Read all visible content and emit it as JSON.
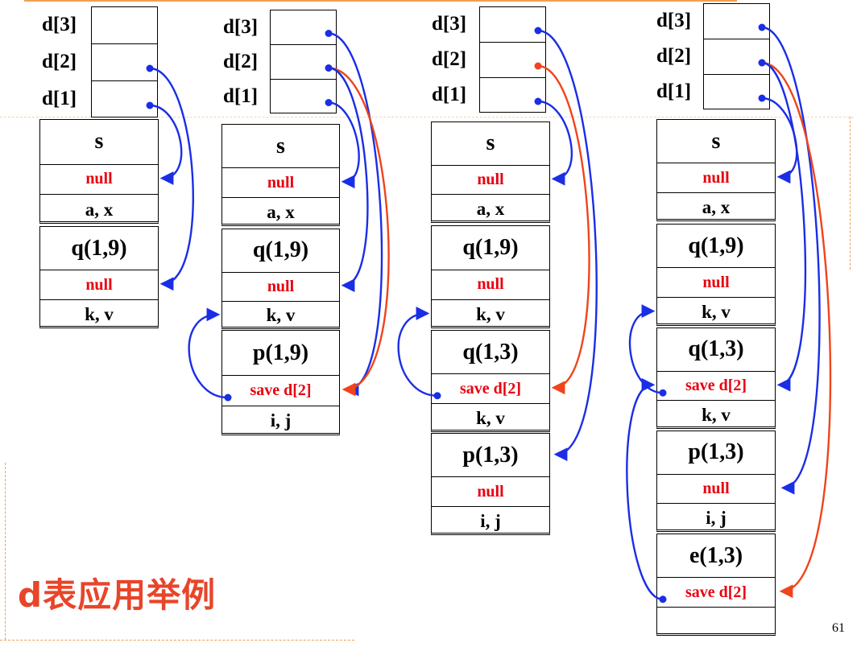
{
  "slide": {
    "title": "d表应用举例",
    "page_number": "61"
  },
  "colors": {
    "blue_arrow": "#1a2ee6",
    "red_arrow": "#f0441a",
    "red_text": "#e8000e",
    "title_color": "#e8452a"
  },
  "d_labels": [
    "d[3]",
    "d[2]",
    "d[1]"
  ],
  "stacks": [
    {
      "frames": [
        {
          "rows": [
            "s",
            "null",
            "a, x"
          ]
        },
        {
          "rows": [
            "q(1,9)",
            "null",
            "k, v"
          ]
        }
      ]
    },
    {
      "frames": [
        {
          "rows": [
            "s",
            "null",
            "a, x"
          ]
        },
        {
          "rows": [
            "q(1,9)",
            "null",
            "k, v"
          ]
        },
        {
          "rows": [
            "p(1,9)",
            "save d[2]",
            "i, j"
          ]
        }
      ]
    },
    {
      "frames": [
        {
          "rows": [
            "s",
            "null",
            "a, x"
          ]
        },
        {
          "rows": [
            "q(1,9)",
            "null",
            "k, v"
          ]
        },
        {
          "rows": [
            "q(1,3)",
            "save d[2]",
            "k, v"
          ]
        },
        {
          "rows": [
            "p(1,3)",
            "null",
            "i, j"
          ]
        }
      ]
    },
    {
      "frames": [
        {
          "rows": [
            "s",
            "null",
            "a, x"
          ]
        },
        {
          "rows": [
            "q(1,9)",
            "null",
            "k, v"
          ]
        },
        {
          "rows": [
            "q(1,3)",
            "save d[2]",
            "k, v"
          ]
        },
        {
          "rows": [
            "p(1,3)",
            "null",
            "i, j"
          ]
        },
        {
          "rows": [
            "e(1,3)",
            "save d[2]",
            ""
          ]
        }
      ]
    }
  ]
}
